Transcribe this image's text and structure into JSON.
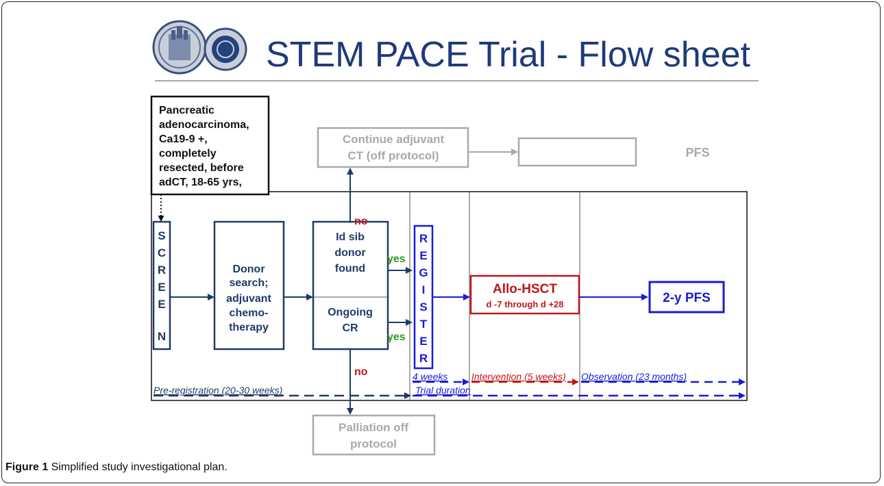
{
  "header": {
    "title": "STEM PACE Trial - Flow sheet"
  },
  "colors": {
    "navy": "#1f3a68",
    "blue": "#1a1ad6",
    "red": "#c0161b",
    "gray": "#a9a9a9",
    "green": "#2e9b1d"
  },
  "icons": [
    "university-seal-icon",
    "faculty-seal-icon"
  ],
  "boxes": {
    "eligibility": [
      "Pancreatic",
      "adenocarcinoma,",
      "Ca19-9 +,",
      "completely",
      "resected, before",
      "adCT, 18-65 yrs,"
    ],
    "continue_ct": [
      "Continue adjuvant",
      "CT (off protocol)"
    ],
    "pfs_off": "PFS",
    "screen": [
      "S",
      "C",
      "R",
      "E",
      "E",
      "N"
    ],
    "donor_search": [
      "Donor",
      "search;",
      "adjuvant",
      "chemo-",
      "therapy"
    ],
    "id_sib": [
      "Id sib",
      "donor",
      "found"
    ],
    "ongoing_cr": [
      "Ongoing",
      "CR"
    ],
    "register": [
      "R",
      "E",
      "G",
      "I",
      "S",
      "T",
      "E",
      "R"
    ],
    "allo_title": "Allo-HSCT",
    "allo_sub": "d -7 through d +28",
    "pfs_2y": "2-y PFS",
    "palliation": [
      "Palliation off",
      "protocol"
    ]
  },
  "labels": {
    "no_top": "no",
    "no_bottom": "no",
    "yes_top": "yes",
    "yes_bottom": "yes"
  },
  "timeline": {
    "four_weeks": "4 weeks",
    "intervention": "Intervention (5 weeks)",
    "observation": "Observation (23 months)",
    "pre_registration": "Pre-registration (20-30 weeks)",
    "trial_duration": "Trial duration"
  },
  "caption": {
    "label": "Figure 1",
    "text": " Simplified study investigational plan."
  }
}
